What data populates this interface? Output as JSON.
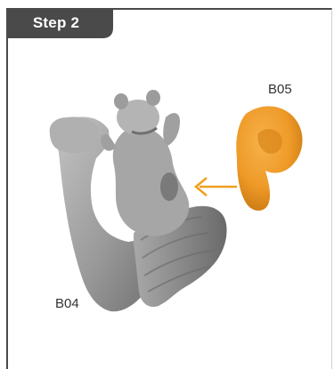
{
  "header": {
    "step_label": "Step 2"
  },
  "parts": {
    "b05_label": "B05",
    "b04_label": "B04"
  },
  "colors": {
    "header_bg": "#4a4a4a",
    "arm_part": "#9a9a9a",
    "attach_part": "#f0a030",
    "arrow": "#f0a020"
  }
}
